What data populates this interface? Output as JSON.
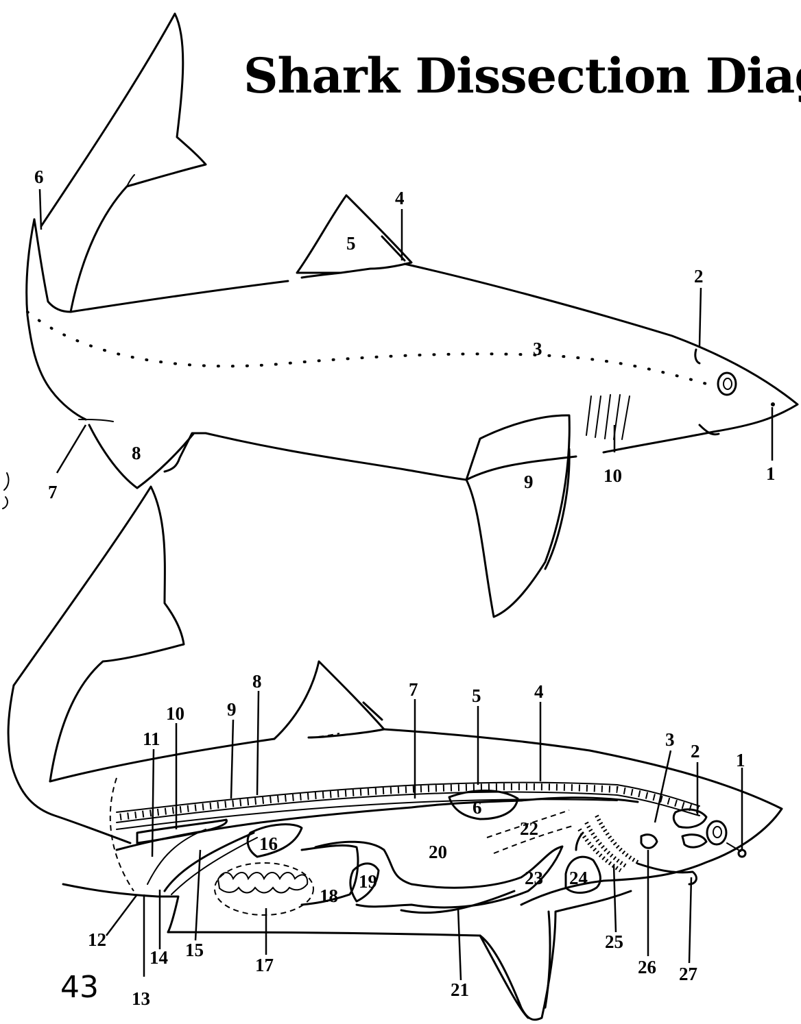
{
  "title": "Shark Dissection Diagram",
  "page_number": "43",
  "external_labels": [
    "1",
    "2",
    "3",
    "4",
    "5",
    "6",
    "7",
    "8",
    "9",
    "10"
  ],
  "internal_labels": [
    "1",
    "2",
    "3",
    "4",
    "5",
    "6",
    "7",
    "8",
    "9",
    "10",
    "11",
    "12",
    "13",
    "14",
    "15",
    "16",
    "17",
    "18",
    "19",
    "20",
    "21",
    "22",
    "23",
    "24",
    "25",
    "26",
    "27"
  ]
}
